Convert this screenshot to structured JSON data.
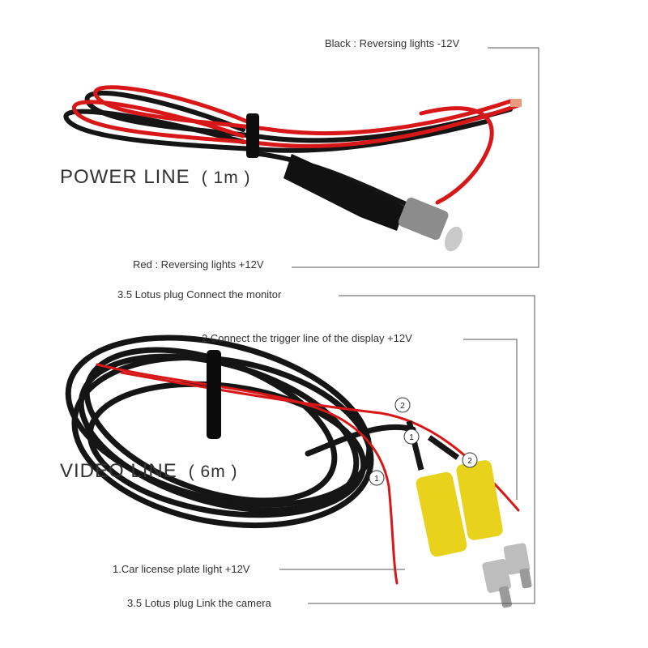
{
  "power": {
    "title": "POWER  LINE",
    "length": "( 1m )",
    "black_label": "Black : Reversing lights -12V",
    "red_label": "Red : Reversing lights +12V"
  },
  "video": {
    "title": "VIDEO  LINE",
    "length": "( 6m )",
    "monitor_label": "3.5 Lotus plug  Connect the monitor",
    "trigger_label": "2.Connect the trigger line of the display +12V",
    "plate_label": "1.Car license plate light +12V",
    "camera_label": "3.5 Lotus plug  Link the camera",
    "marker_1": "1",
    "marker_2": "2"
  },
  "colors": {
    "red_wire": "#d81818",
    "black_wire": "#151515",
    "rca_yellow": "#e8d21c",
    "leader_line": "#555555"
  }
}
